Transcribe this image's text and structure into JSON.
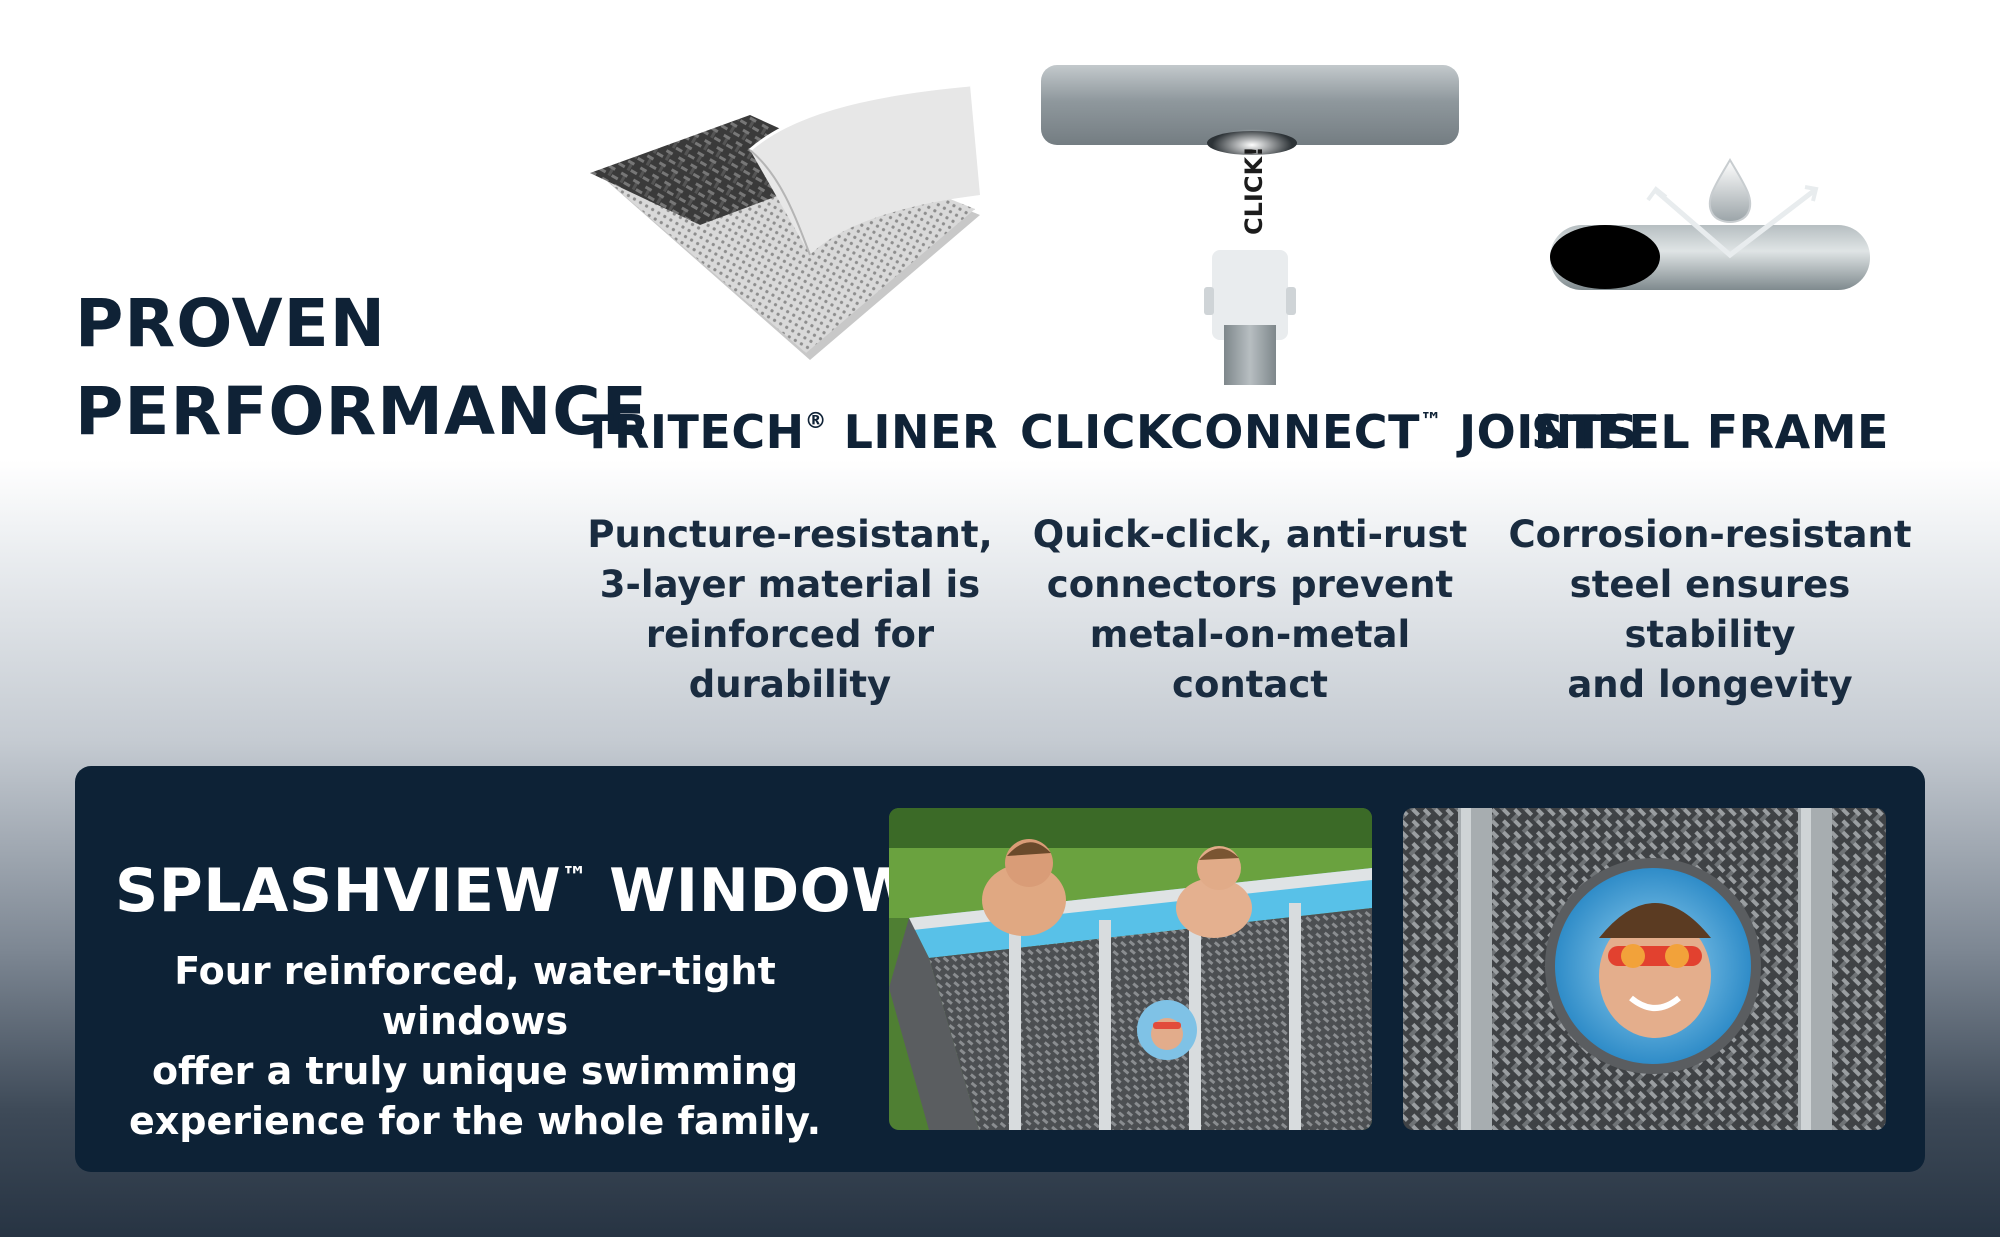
{
  "headline": {
    "line1": "PROVEN",
    "line2": "PERFORMANCE"
  },
  "features": [
    {
      "title": "TRITECH",
      "title_mark": "®",
      "title_suffix": " LINER",
      "desc": [
        "Puncture-resistant,",
        "3-layer material is",
        "reinforced for durability"
      ],
      "icon": "liner-layers-icon"
    },
    {
      "title": "CLICKCONNECT",
      "title_mark": "™",
      "title_suffix": " JOINTS",
      "art_label": "CLICK!",
      "desc": [
        "Quick-click, anti-rust",
        "connectors prevent",
        "metal-on-metal contact"
      ],
      "icon": "click-joint-icon"
    },
    {
      "title": "STEEL FRAME",
      "title_mark": "",
      "title_suffix": "",
      "desc": [
        "Corrosion-resistant",
        "steel ensures stability",
        "and longevity"
      ],
      "icon": "steel-pipe-icon"
    }
  ],
  "splashview": {
    "title": "SPLASHVIEW",
    "title_mark": "™",
    "title_suffix": " WINDOWS",
    "desc": [
      "Four reinforced, water-tight windows",
      "offer a truly unique swimming",
      "experience for the whole family."
    ]
  },
  "colors": {
    "navy": "#0d2236",
    "text": "#0f2236",
    "pipe": "#9aa3a8"
  }
}
